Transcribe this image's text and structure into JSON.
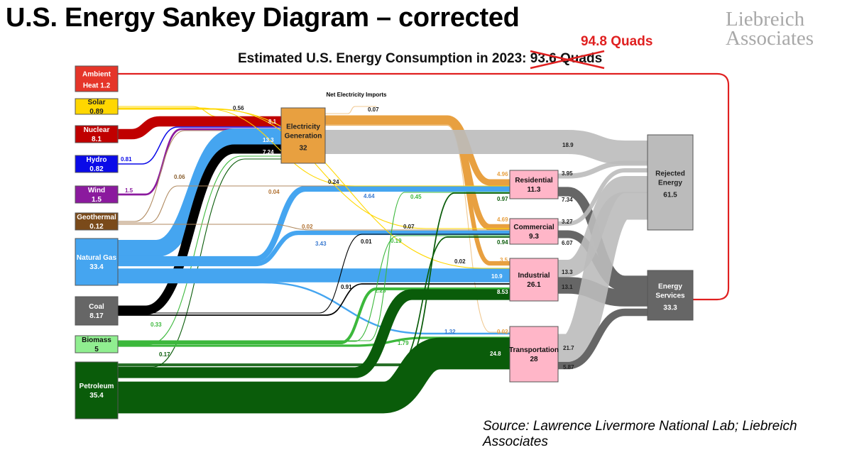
{
  "title": "U.S. Energy Sankey Diagram – corrected",
  "logo": "Liebreich Associates",
  "subtitle": {
    "prefix": "Estimated U.S. Energy Consumption in 2023: ",
    "old_total": "93.6 Quads",
    "new_total": "94.8 Quads"
  },
  "source": "Source: Lawrence Livermore National Lab; Liebreich Associates",
  "imports_label": "Net Electricity Imports",
  "nodes": [
    {
      "id": "ambient",
      "label": "Ambient",
      "value": "Heat 1.2",
      "color": "#e53529",
      "text": "#fff"
    },
    {
      "id": "solar",
      "label": "Solar",
      "value": "0.89",
      "color": "#ffd700",
      "text": "#222"
    },
    {
      "id": "nuclear",
      "label": "Nuclear",
      "value": "8.1",
      "color": "#c00000",
      "text": "#fff"
    },
    {
      "id": "hydro",
      "label": "Hydro",
      "value": "0.82",
      "color": "#0a0ae8",
      "text": "#fff"
    },
    {
      "id": "wind",
      "label": "Wind",
      "value": "1.5",
      "color": "#8b1a9e",
      "text": "#fff"
    },
    {
      "id": "geothermal",
      "label": "Geothermal",
      "value": "0.12",
      "color": "#7a4a1a",
      "text": "#fff"
    },
    {
      "id": "natgas",
      "label": "Natural Gas",
      "value": "33.4",
      "color": "#45a5f0",
      "text": "#fff"
    },
    {
      "id": "coal",
      "label": "Coal",
      "value": "8.17",
      "color": "#666666",
      "text": "#fff"
    },
    {
      "id": "biomass",
      "label": "Biomass",
      "value": "5",
      "color": "#90ee90",
      "text": "#111"
    },
    {
      "id": "petroleum",
      "label": "Petroleum",
      "value": "35.4",
      "color": "#0a5c0a",
      "text": "#fff"
    },
    {
      "id": "elec",
      "label": "Electricity Generation",
      "value": "32",
      "color": "#e8a040",
      "text": "#222"
    },
    {
      "id": "residential",
      "label": "Residential",
      "value": "11.3",
      "color": "#ffb6c8",
      "text": "#111"
    },
    {
      "id": "commercial",
      "label": "Commercial",
      "value": "9.3",
      "color": "#ffb6c8",
      "text": "#111"
    },
    {
      "id": "industrial",
      "label": "Industrial",
      "value": "26.1",
      "color": "#ffb6c8",
      "text": "#111"
    },
    {
      "id": "transportation",
      "label": "Transportation",
      "value": "28",
      "color": "#ffb6c8",
      "text": "#111"
    },
    {
      "id": "rejected",
      "label": "Rejected Energy",
      "value": "61.5",
      "color": "#bbbbbb",
      "text": "#222"
    },
    {
      "id": "services",
      "label": "Energy Services",
      "value": "33.3",
      "color": "#666666",
      "text": "#fff"
    }
  ],
  "flows": [
    {
      "from": "solar",
      "to": "elec",
      "value": 0.56,
      "label": "0.56",
      "color": "#ffd700",
      "lc": "#222"
    },
    {
      "from": "nuclear",
      "to": "elec",
      "value": 8.1,
      "label": "8.1",
      "color": "#c00000",
      "lc": "#fff"
    },
    {
      "from": "hydro",
      "to": "elec",
      "value": 0.81,
      "label": "0.81",
      "color": "#0a0ae8",
      "lc": "#0a0ae8"
    },
    {
      "from": "wind",
      "to": "elec",
      "value": 1.5,
      "label": "1.5",
      "color": "#8b1a9e",
      "lc": "#8b1a9e"
    },
    {
      "from": "geothermal",
      "to": "elec",
      "value": 0.06,
      "label": "0.06",
      "color": "#b08a60",
      "lc": "#8a6030"
    },
    {
      "from": "natgas",
      "to": "elec",
      "value": 13.3,
      "label": "13.3",
      "color": "#45a5f0",
      "lc": "#fff"
    },
    {
      "from": "coal",
      "to": "elec",
      "value": 7.24,
      "label": "7.24",
      "color": "#000",
      "lc": "#fff"
    },
    {
      "from": "biomass",
      "to": "elec",
      "value": 0.33,
      "label": "0.33",
      "color": "#3cb83c",
      "lc": "#3cb83c"
    },
    {
      "from": "petroleum",
      "to": "elec",
      "value": 0.17,
      "label": "0.17",
      "color": "#0a5c0a",
      "lc": "#0a5c0a"
    },
    {
      "from": "elec",
      "to": "residential",
      "value": 4.96,
      "label": "4.96",
      "color": "#e8a040",
      "lc": "#e8a040"
    },
    {
      "from": "elec",
      "to": "commercial",
      "value": 4.69,
      "label": "4.69",
      "color": "#e8a040",
      "lc": "#e8a040"
    },
    {
      "from": "elec",
      "to": "industrial",
      "value": 3.5,
      "label": "3.5",
      "color": "#e8a040",
      "lc": "#e8a040"
    },
    {
      "from": "elec",
      "to": "transportation",
      "value": 0.02,
      "label": "0.02",
      "color": "#f0c890",
      "lc": "#e8a040"
    },
    {
      "from": "elec",
      "to": "rejected",
      "value": 18.9,
      "label": "18.9",
      "color": "#bbbbbb",
      "lc": "#222"
    },
    {
      "from": "imports",
      "to": "elec",
      "value": 0.07,
      "label": "0.07",
      "color": "#f0c890",
      "lc": "#222"
    },
    {
      "from": "natgas",
      "to": "residential",
      "value": 4.64,
      "label": "4.64",
      "color": "#45a5f0",
      "lc": "#3a7ad0"
    },
    {
      "from": "natgas",
      "to": "commercial",
      "value": 3.43,
      "label": "3.43",
      "color": "#45a5f0",
      "lc": "#3a7ad0"
    },
    {
      "from": "natgas",
      "to": "industrial",
      "value": 10.9,
      "label": "10.9",
      "color": "#45a5f0",
      "lc": "#fff"
    },
    {
      "from": "natgas",
      "to": "transportation",
      "value": 1.32,
      "label": "1.32",
      "color": "#45a5f0",
      "lc": "#3a7ad0"
    },
    {
      "from": "geothermal",
      "to": "residential",
      "value": 0.04,
      "label": "0.04",
      "color": "#b08a60",
      "lc": "#b07030"
    },
    {
      "from": "geothermal",
      "to": "commercial",
      "value": 0.02,
      "label": "0.02",
      "color": "#b08a60",
      "lc": "#b07030"
    },
    {
      "from": "coal",
      "to": "commercial",
      "value": 0.01,
      "label": "0.01",
      "color": "#000",
      "lc": "#111"
    },
    {
      "from": "coal",
      "to": "industrial",
      "value": 0.91,
      "label": "0.91",
      "color": "#000",
      "lc": "#111"
    },
    {
      "from": "solar",
      "to": "residential",
      "value": 0.24,
      "label": "0.24",
      "color": "#ffd700",
      "lc": "#222"
    },
    {
      "from": "solar",
      "to": "commercial",
      "value": 0.07,
      "label": "0.07",
      "color": "#ffd700",
      "lc": "#222"
    },
    {
      "from": "solar",
      "to": "industrial",
      "value": 0.02,
      "label": "0.02",
      "color": "#ffd700",
      "lc": "#222"
    },
    {
      "from": "biomass",
      "to": "residential",
      "value": 0.45,
      "label": "0.45",
      "color": "#3cb83c",
      "lc": "#3cb83c"
    },
    {
      "from": "biomass",
      "to": "commercial",
      "value": 0.19,
      "label": "0.19",
      "color": "#3cb83c",
      "lc": "#3cb83c"
    },
    {
      "from": "biomass",
      "to": "industrial",
      "value": 2.23,
      "label": "2.23",
      "color": "#3cb83c",
      "lc": "#3cb83c"
    },
    {
      "from": "biomass",
      "to": "transportation",
      "value": 1.79,
      "label": "1.79",
      "color": "#3cb83c",
      "lc": "#3cb83c"
    },
    {
      "from": "petroleum",
      "to": "residential",
      "value": 0.97,
      "label": "0.97",
      "color": "#0a5c0a",
      "lc": "#0a5c0a"
    },
    {
      "from": "petroleum",
      "to": "commercial",
      "value": 0.94,
      "label": "0.94",
      "color": "#0a5c0a",
      "lc": "#0a5c0a"
    },
    {
      "from": "petroleum",
      "to": "industrial",
      "value": 8.53,
      "label": "8.53",
      "color": "#0a5c0a",
      "lc": "#fff"
    },
    {
      "from": "petroleum",
      "to": "transportation",
      "value": 24.8,
      "label": "24.8",
      "color": "#0a5c0a",
      "lc": "#fff"
    },
    {
      "from": "residential",
      "to": "rejected",
      "value": 3.95,
      "label": "3.95",
      "color": "#bbbbbb",
      "lc": "#222"
    },
    {
      "from": "residential",
      "to": "services",
      "value": 7.34,
      "label": "7.34",
      "color": "#666666",
      "lc": "#222"
    },
    {
      "from": "commercial",
      "to": "rejected",
      "value": 3.27,
      "label": "3.27",
      "color": "#bbbbbb",
      "lc": "#222"
    },
    {
      "from": "commercial",
      "to": "services",
      "value": 6.07,
      "label": "6.07",
      "color": "#666666",
      "lc": "#222"
    },
    {
      "from": "industrial",
      "to": "rejected",
      "value": 13.3,
      "label": "13.3",
      "color": "#bbbbbb",
      "lc": "#222"
    },
    {
      "from": "industrial",
      "to": "services",
      "value": 13.1,
      "label": "13.1",
      "color": "#666666",
      "lc": "#222"
    },
    {
      "from": "transportation",
      "to": "rejected",
      "value": 21.7,
      "label": "21.7",
      "color": "#bbbbbb",
      "lc": "#222"
    },
    {
      "from": "transportation",
      "to": "services",
      "value": 5.87,
      "label": "5.87",
      "color": "#666666",
      "lc": "#222"
    },
    {
      "from": "ambient",
      "to": "services",
      "value": 1.2,
      "label": "",
      "color": "#e02020",
      "lc": "#e02020"
    }
  ]
}
